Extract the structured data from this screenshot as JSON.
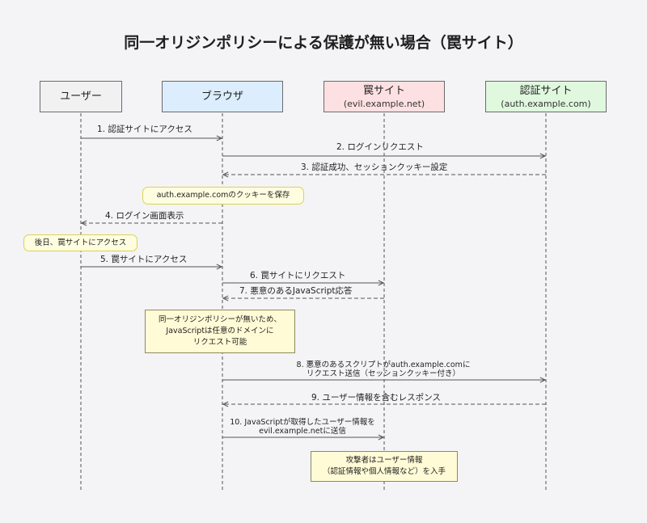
{
  "title": "同一オリジンポリシーによる保護が無い場合（罠サイト）",
  "actors": [
    {
      "name": "ユーザー",
      "sub": ""
    },
    {
      "name": "ブラウザ",
      "sub": ""
    },
    {
      "name": "罠サイト",
      "sub": "(evil.example.net)"
    },
    {
      "name": "認証サイト",
      "sub": "(auth.example.com)"
    }
  ],
  "messages": [
    {
      "from": 0,
      "to": 1,
      "dashed": false,
      "lines": [
        "1. 認証サイトにアクセス"
      ]
    },
    {
      "from": 1,
      "to": 3,
      "dashed": false,
      "lines": [
        "2. ログインリクエスト"
      ]
    },
    {
      "from": 3,
      "to": 1,
      "dashed": true,
      "lines": [
        "3. 認証成功、セッションクッキー設定"
      ]
    },
    {
      "from": 1,
      "to": 0,
      "dashed": true,
      "lines": [
        "4. ログイン画面表示"
      ]
    },
    {
      "from": 0,
      "to": 1,
      "dashed": false,
      "lines": [
        "5. 罠サイトにアクセス"
      ]
    },
    {
      "from": 1,
      "to": 2,
      "dashed": false,
      "lines": [
        "6. 罠サイトにリクエスト"
      ]
    },
    {
      "from": 2,
      "to": 1,
      "dashed": true,
      "lines": [
        "7. 悪意のあるJavaScript応答"
      ]
    },
    {
      "from": 1,
      "to": 3,
      "dashed": false,
      "lines": [
        "8. 悪意のあるスクリプトがauth.example.comに",
        "リクエスト送信（セッションクッキー付き）"
      ]
    },
    {
      "from": 3,
      "to": 1,
      "dashed": true,
      "lines": [
        "9. ユーザー情報を含むレスポンス"
      ]
    },
    {
      "from": 1,
      "to": 2,
      "dashed": false,
      "lines": [
        "10. JavaScriptが取得したユーザー情報を",
        "evil.example.netに送信"
      ]
    }
  ],
  "notes": [
    {
      "lines": [
        "auth.example.comのクッキーを保存"
      ]
    },
    {
      "lines": [
        "後日、罠サイトにアクセス"
      ]
    },
    {
      "lines": [
        "同一オリジンポリシーが無いため、",
        "JavaScriptは任意のドメインに",
        "リクエスト可能"
      ]
    },
    {
      "lines": [
        "攻撃者はユーザー情報",
        "（認証情報や個人情報など）を入手"
      ]
    }
  ],
  "colors": {
    "user": "#f1f1f1",
    "browser": "#dcedfd",
    "evil": "#fde0e2",
    "auth": "#dff8de",
    "note_rounded": "#fffde0",
    "note_rect": "#fffbd6",
    "line": "#555555"
  }
}
